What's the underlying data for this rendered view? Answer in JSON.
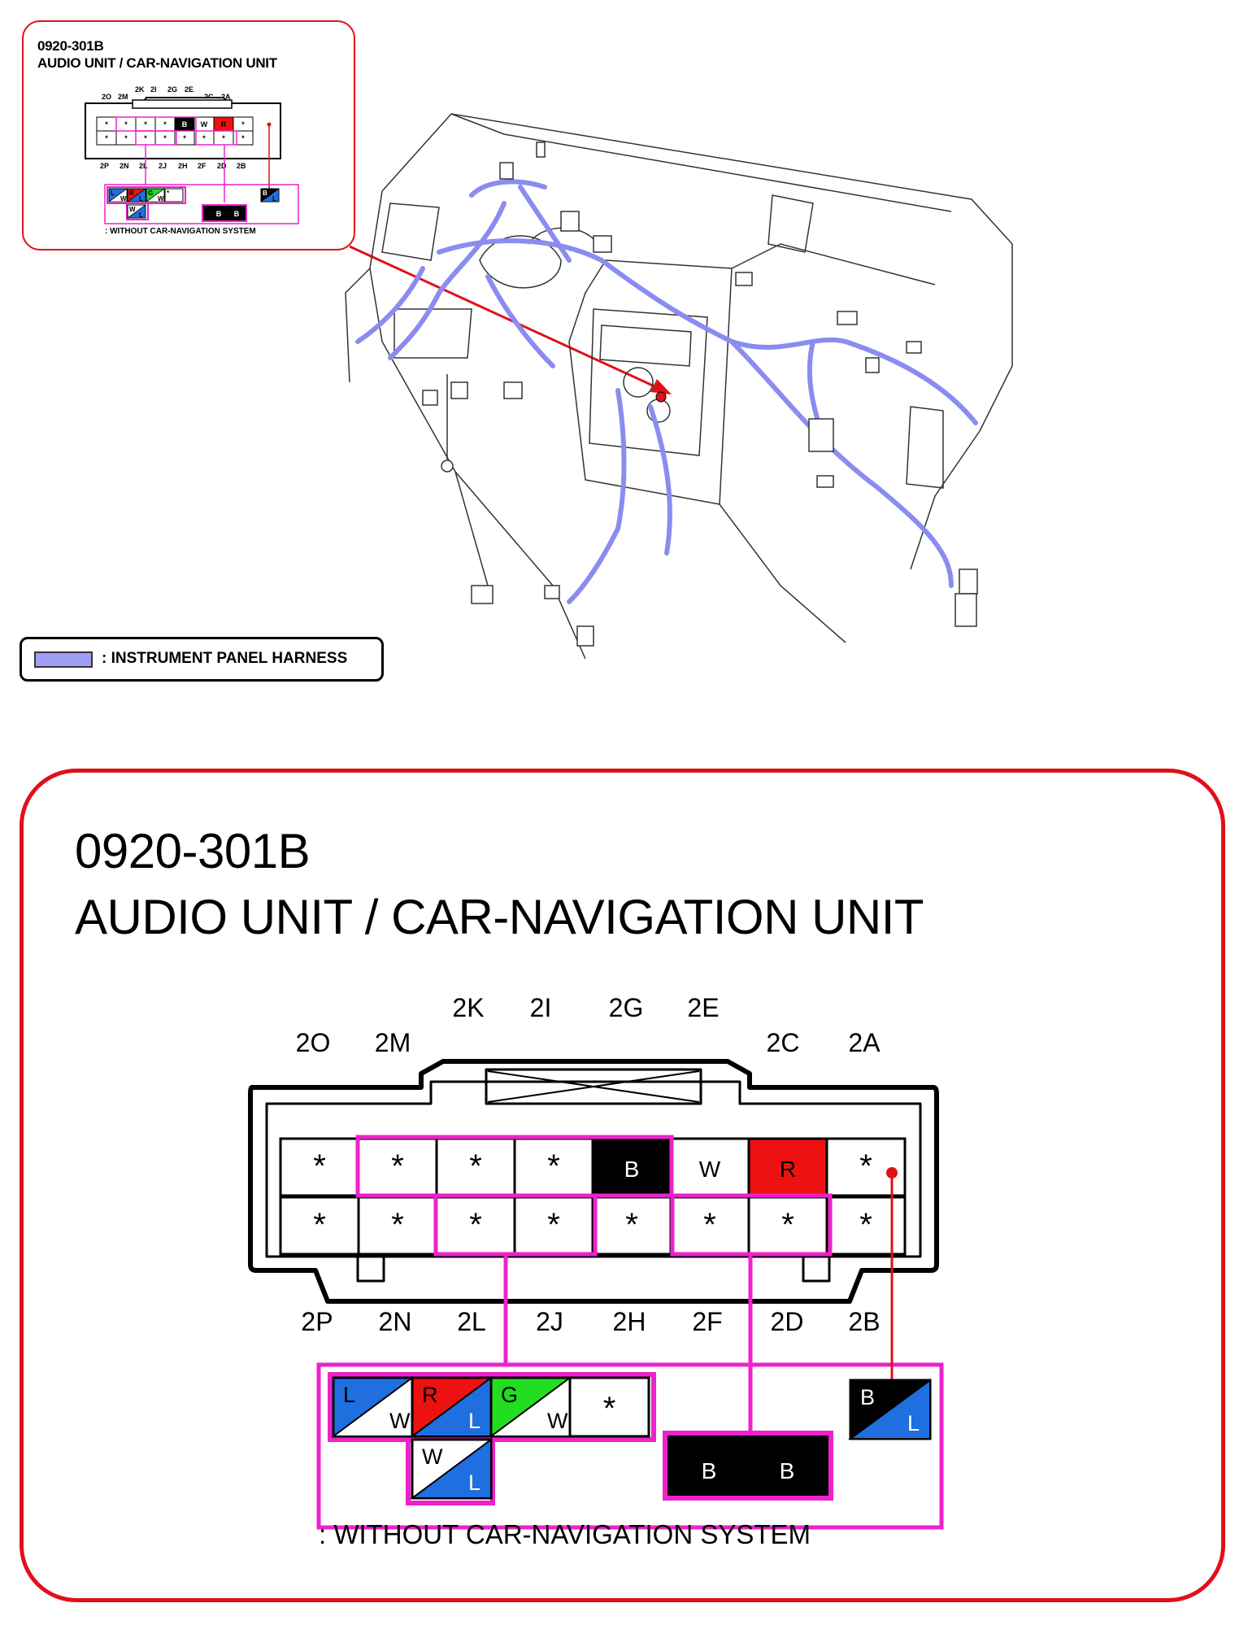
{
  "connector": {
    "code": "0920-301B",
    "title": "AUDIO UNIT / CAR-NAVIGATION UNIT",
    "top_labels": [
      "2O",
      "2M",
      "2K",
      "2I",
      "2G",
      "2E",
      "2C",
      "2A"
    ],
    "bottom_labels": [
      "2P",
      "2N",
      "2L",
      "2J",
      "2H",
      "2F",
      "2D",
      "2B"
    ],
    "upper_row": [
      "*",
      "*",
      "*",
      "*",
      "B",
      "W",
      "R",
      "*"
    ],
    "lower_row": [
      "*",
      "*",
      "*",
      "*",
      "*",
      "*",
      "*",
      "*"
    ],
    "note": ": WITHOUT CAR-NAVIGATION SYSTEM"
  },
  "sub_connectors": {
    "group_a": [
      {
        "top": "L",
        "bottom": "W",
        "top_color": "#1f6fe0",
        "bottom_color": "#ffffff"
      },
      {
        "top": "R",
        "bottom": "L",
        "top_color": "#ee1111",
        "bottom_color": "#1f6fe0"
      },
      {
        "top": "G",
        "bottom": "W",
        "top_color": "#22dd22",
        "bottom_color": "#ffffff"
      },
      {
        "top": "*",
        "bottom": "",
        "top_color": "#ffffff",
        "bottom_color": "#ffffff"
      }
    ],
    "group_a_below": {
      "top": "W",
      "bottom": "L",
      "top_color": "#ffffff",
      "bottom_color": "#1f6fe0"
    },
    "group_b": [
      "B",
      "B"
    ],
    "group_c": {
      "top": "B",
      "bottom": "L",
      "top_color": "#000000",
      "bottom_color": "#1f6fe0"
    }
  },
  "legend": {
    "label": ": INSTRUMENT PANEL HARNESS",
    "swatch_color": "#9e9ff5"
  },
  "colors": {
    "frame_red": "#e0101a",
    "highlight_magenta": "#ee22cc",
    "harness_blue": "#8a8cf0"
  }
}
